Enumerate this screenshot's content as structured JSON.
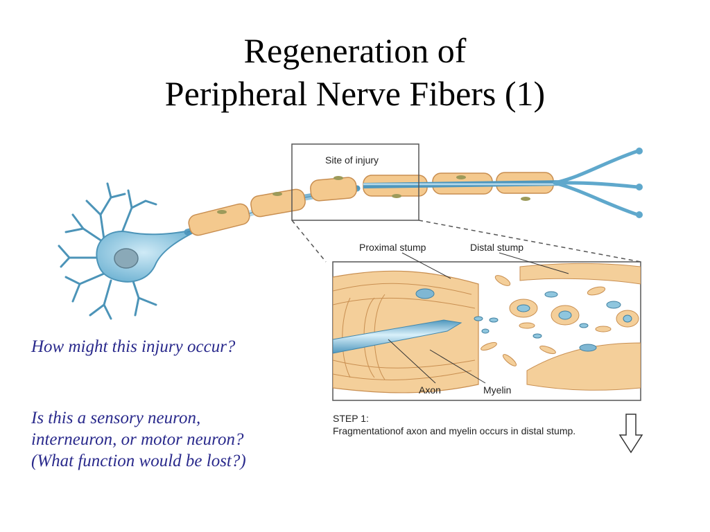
{
  "slide": {
    "title_line1": "Regeneration of",
    "title_line2": "Peripheral Nerve Fibers (1)"
  },
  "diagram": {
    "site_label": "Site of injury",
    "labels": {
      "proximal": "Proximal stump",
      "distal": "Distal stump",
      "axon": "Axon",
      "myelin": "Myelin"
    },
    "step_title": "STEP 1:",
    "step_text": "Fragmentationof axon and myelin occurs in distal stump.",
    "colors": {
      "neuron": "#7ec0dc",
      "myelin": "#f3c98f",
      "myelin_stroke": "#c98f52",
      "axon": "#5fa8cc"
    }
  },
  "questions": {
    "q1": "How might this injury occur?",
    "q2": "Is this a sensory neuron, interneuron, or motor neuron? (What function would be lost?)"
  }
}
